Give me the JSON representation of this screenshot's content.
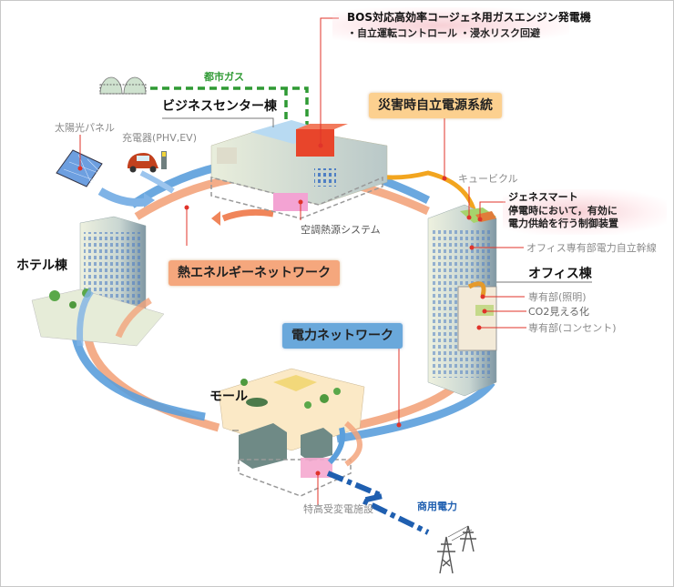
{
  "diagram": {
    "title_boxes": {
      "disaster_power": "災害時自立電源系統",
      "heat_network": "熱エネルギーネットワーク",
      "power_network": "電力ネットワーク"
    },
    "buildings": {
      "business_center": "ビジネスセンター棟",
      "hotel": "ホテル棟",
      "office": "オフィス棟",
      "mall": "モール"
    },
    "generator_note": {
      "title": "BOS対応高効率コージェネ用ガスエンジン発電機",
      "bullets": [
        "・自立運転コントロール",
        "・浸水リスク回避"
      ]
    },
    "genesmart_note": {
      "title": "ジェネスマート",
      "line1": "停電時において，有効に",
      "line2": "電力供給を行う制御装置"
    },
    "labels": {
      "city_gas": "都市ガス",
      "solar_panel": "太陽光パネル",
      "charger": "充電器(PHV,EV)",
      "hvac_heat_source": "空調熱源システム",
      "cubicle": "キュービクル",
      "office_trunk_line": "オフィス専有部電力自立幹線",
      "private_lighting": "専有部(照明)",
      "co2_visualization": "CO2見える化",
      "private_outlet": "専有部(コンセント)",
      "ultra_high_substation": "特高受変電施設",
      "commercial_power": "商用電力"
    },
    "colors": {
      "power_network": "#5b9fdc",
      "heat_network": "#f3a47c",
      "disaster_line": "#f2a51f",
      "city_gas": "#2f9a34",
      "commercial_power": "#1f5fb0",
      "leader_line": "#e0332a"
    }
  }
}
